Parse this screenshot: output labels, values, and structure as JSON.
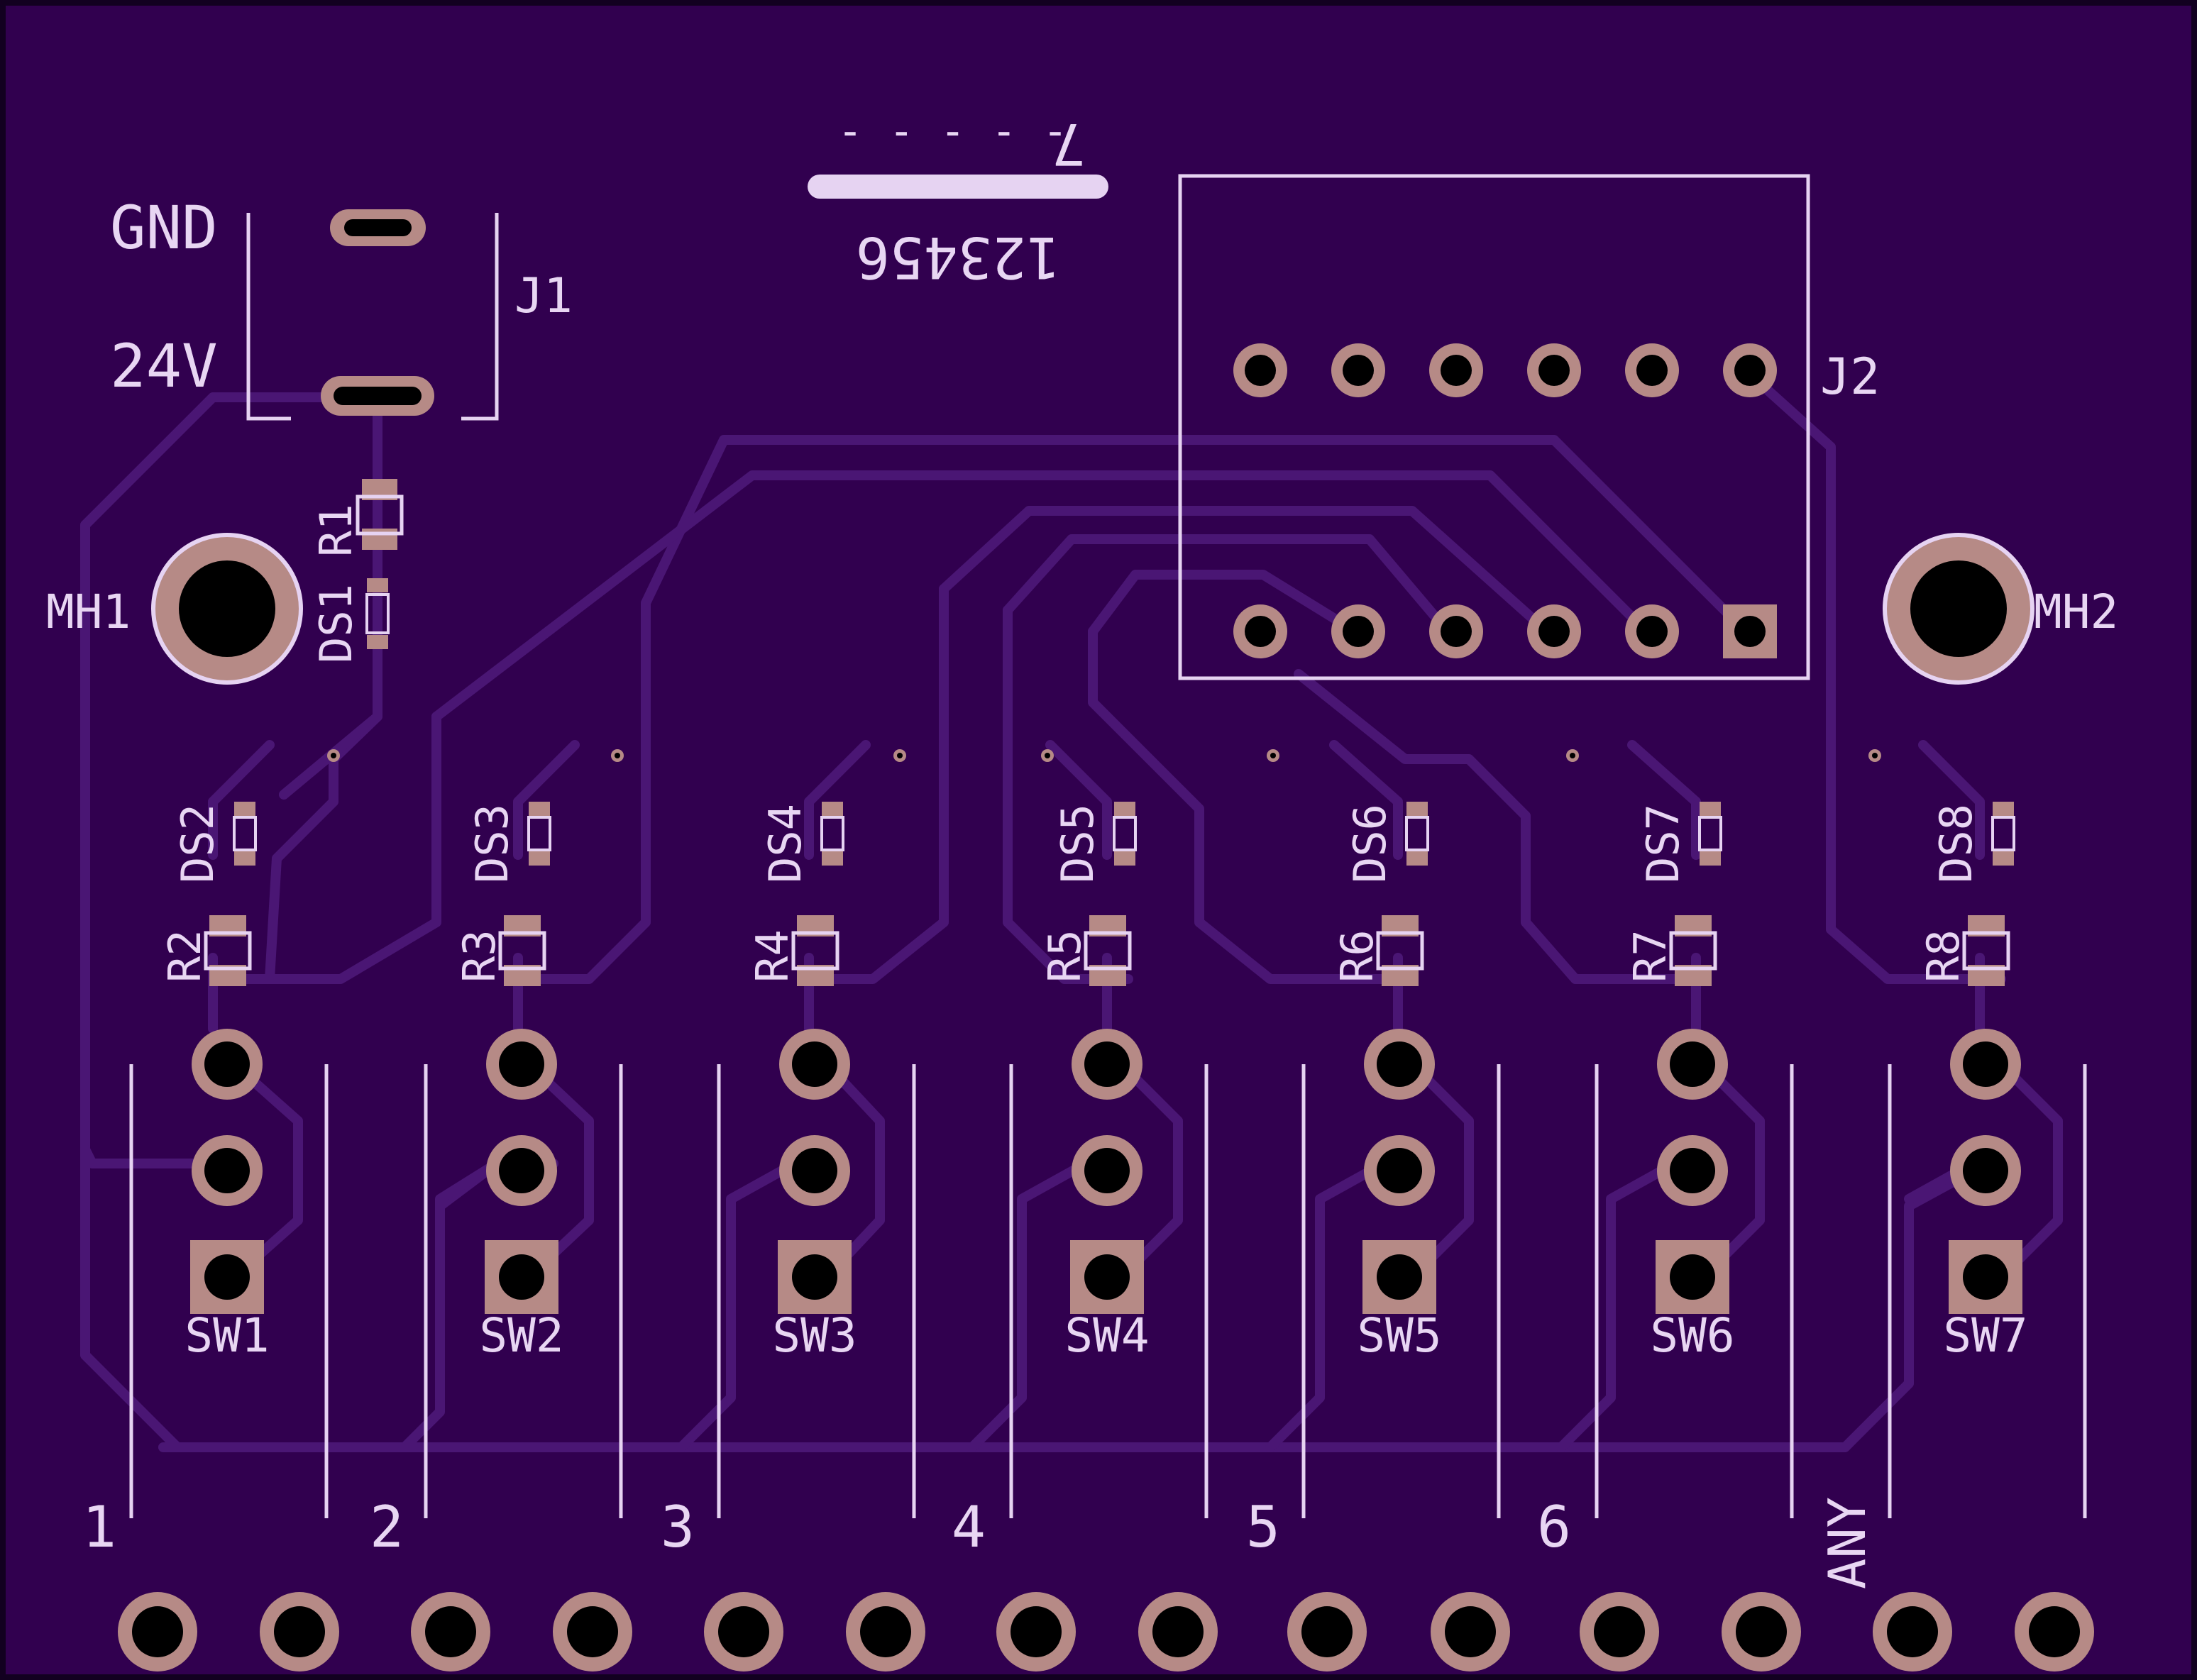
{
  "colors": {
    "board": "#31004f",
    "edge": "#1a0030",
    "trace": "#4a1674",
    "silk": "#e6d3f2",
    "copper": "#b68a86",
    "drill": "#000000"
  },
  "labels": {
    "gnd": "GND",
    "v24": "24V",
    "j1": "J1",
    "j2": "J2",
    "mh1": "MH1",
    "mh2": "MH2",
    "ds1": "DS1",
    "r1": "R1",
    "pin7": "7",
    "pinrow": "123456",
    "dashes": "- - - - -",
    "any": "ANY"
  },
  "leds": [
    {
      "ds": "DS2",
      "r": "R2"
    },
    {
      "ds": "DS3",
      "r": "R3"
    },
    {
      "ds": "DS4",
      "r": "R4"
    },
    {
      "ds": "DS5",
      "r": "R5"
    },
    {
      "ds": "DS6",
      "r": "R6"
    },
    {
      "ds": "DS7",
      "r": "R7"
    },
    {
      "ds": "DS8",
      "r": "R8"
    }
  ],
  "switches": [
    "SW1",
    "SW2",
    "SW3",
    "SW4",
    "SW5",
    "SW6",
    "SW7"
  ],
  "positions": [
    "1",
    "2",
    "3",
    "4",
    "5",
    "6"
  ]
}
